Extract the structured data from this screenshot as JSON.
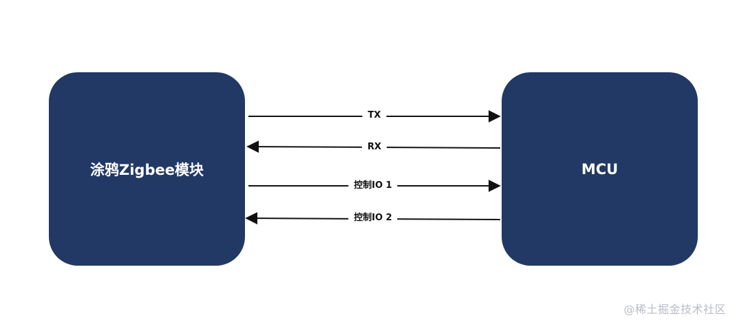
{
  "nodes": {
    "left": "涂鸦Zigbee模块",
    "right": "MCU"
  },
  "links": [
    {
      "label": "TX",
      "direction": "right"
    },
    {
      "label": "RX",
      "direction": "left"
    },
    {
      "label": "控制IO 1",
      "direction": "right"
    },
    {
      "label": "控制IO 2",
      "direction": "left"
    }
  ],
  "colors": {
    "node_fill": "#213964",
    "node_text": "#ffffff",
    "line": "#111111"
  },
  "watermark": "@稀土掘金技术社区"
}
